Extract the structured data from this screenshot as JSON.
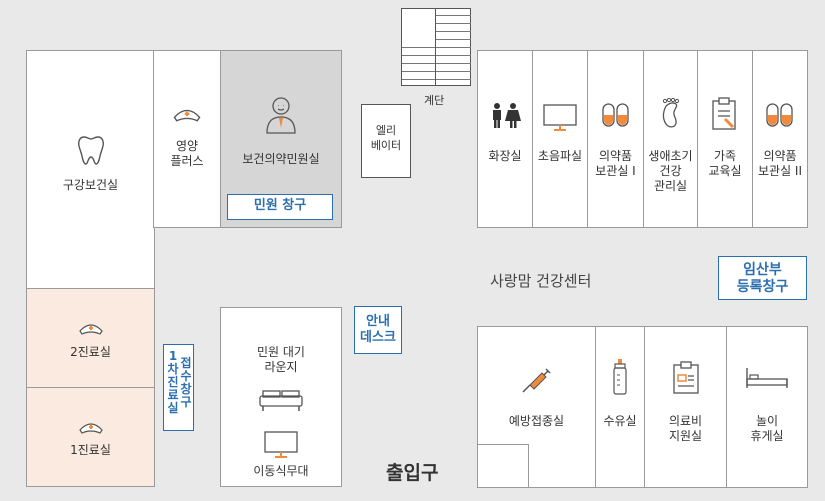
{
  "rooms": {
    "dental": "구강보건실",
    "young_plus": "영양\n플러스",
    "health_civil": "보건의약민원실",
    "civil_window": "민원 창구",
    "elevator": "엘리\n베이터",
    "stairs": "계단",
    "restroom": "화장실",
    "ultrasound": "초음파실",
    "drug_storage_1": "의약품\n보관실 I",
    "infant_care": "생애초기\n건강\n관리실",
    "family_edu": "가족\n교육실",
    "drug_storage_2": "의약품\n보관실 II",
    "center_name": "사랑맘 건강센터",
    "pregnant_window": "임산부\n등록창구",
    "exam_2": "2진료실",
    "exam_1": "1진료실",
    "first_reception": "1\n차\n진\n료\n실",
    "first_reception_2": "접\n수\n창\n구",
    "waiting_lounge": "민원 대기\n라운지",
    "mobile_stand": "이동식무대",
    "info_desk": "안내\n데스크",
    "vaccination": "예방접종실",
    "nursing": "수유실",
    "medical_support": "의료비\n지원실",
    "play_rest": "놀이\n휴게실",
    "exit": "출입구"
  },
  "colors": {
    "accent_blue": "#2c6fb1",
    "accent_orange": "#f08a3c",
    "peach": "#fbeadf",
    "gray_room": "#d6d6d6"
  }
}
